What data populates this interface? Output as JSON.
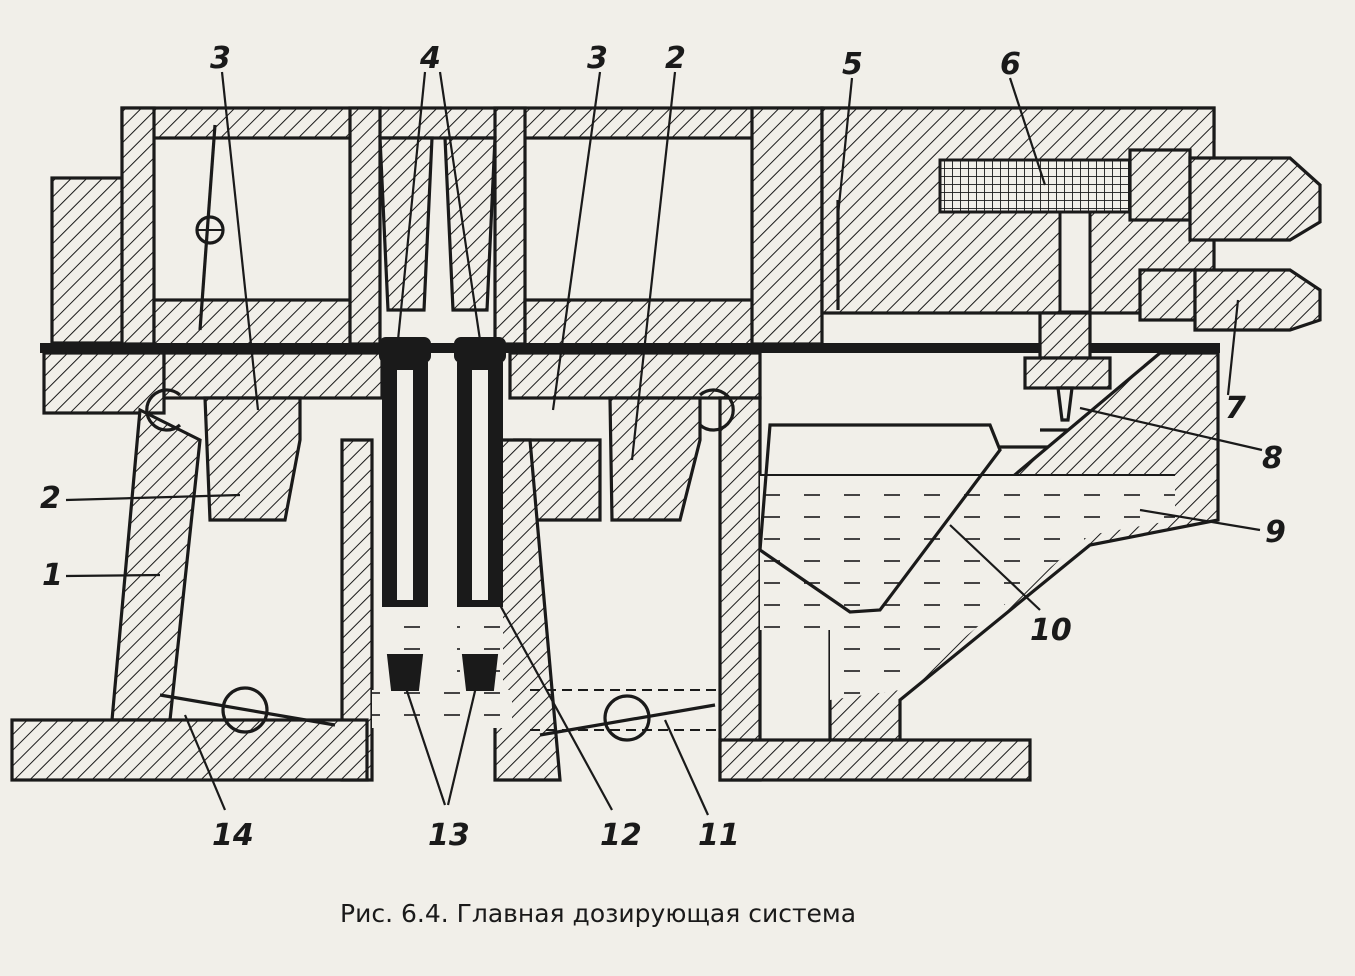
{
  "caption": "Рис. 6.4. Главная дозирующая система",
  "callouts": [
    {
      "id": "3a",
      "text": "3"
    },
    {
      "id": "4",
      "text": "4"
    },
    {
      "id": "3b",
      "text": "3"
    },
    {
      "id": "2a",
      "text": "2"
    },
    {
      "id": "5",
      "text": "5"
    },
    {
      "id": "6",
      "text": "6"
    },
    {
      "id": "7",
      "text": "7"
    },
    {
      "id": "8",
      "text": "8"
    },
    {
      "id": "9",
      "text": "9"
    },
    {
      "id": "10",
      "text": "10"
    },
    {
      "id": "2b",
      "text": "2"
    },
    {
      "id": "1",
      "text": "1"
    },
    {
      "id": "14",
      "text": "14"
    },
    {
      "id": "13",
      "text": "13"
    },
    {
      "id": "12",
      "text": "12"
    },
    {
      "id": "11",
      "text": "11"
    }
  ]
}
